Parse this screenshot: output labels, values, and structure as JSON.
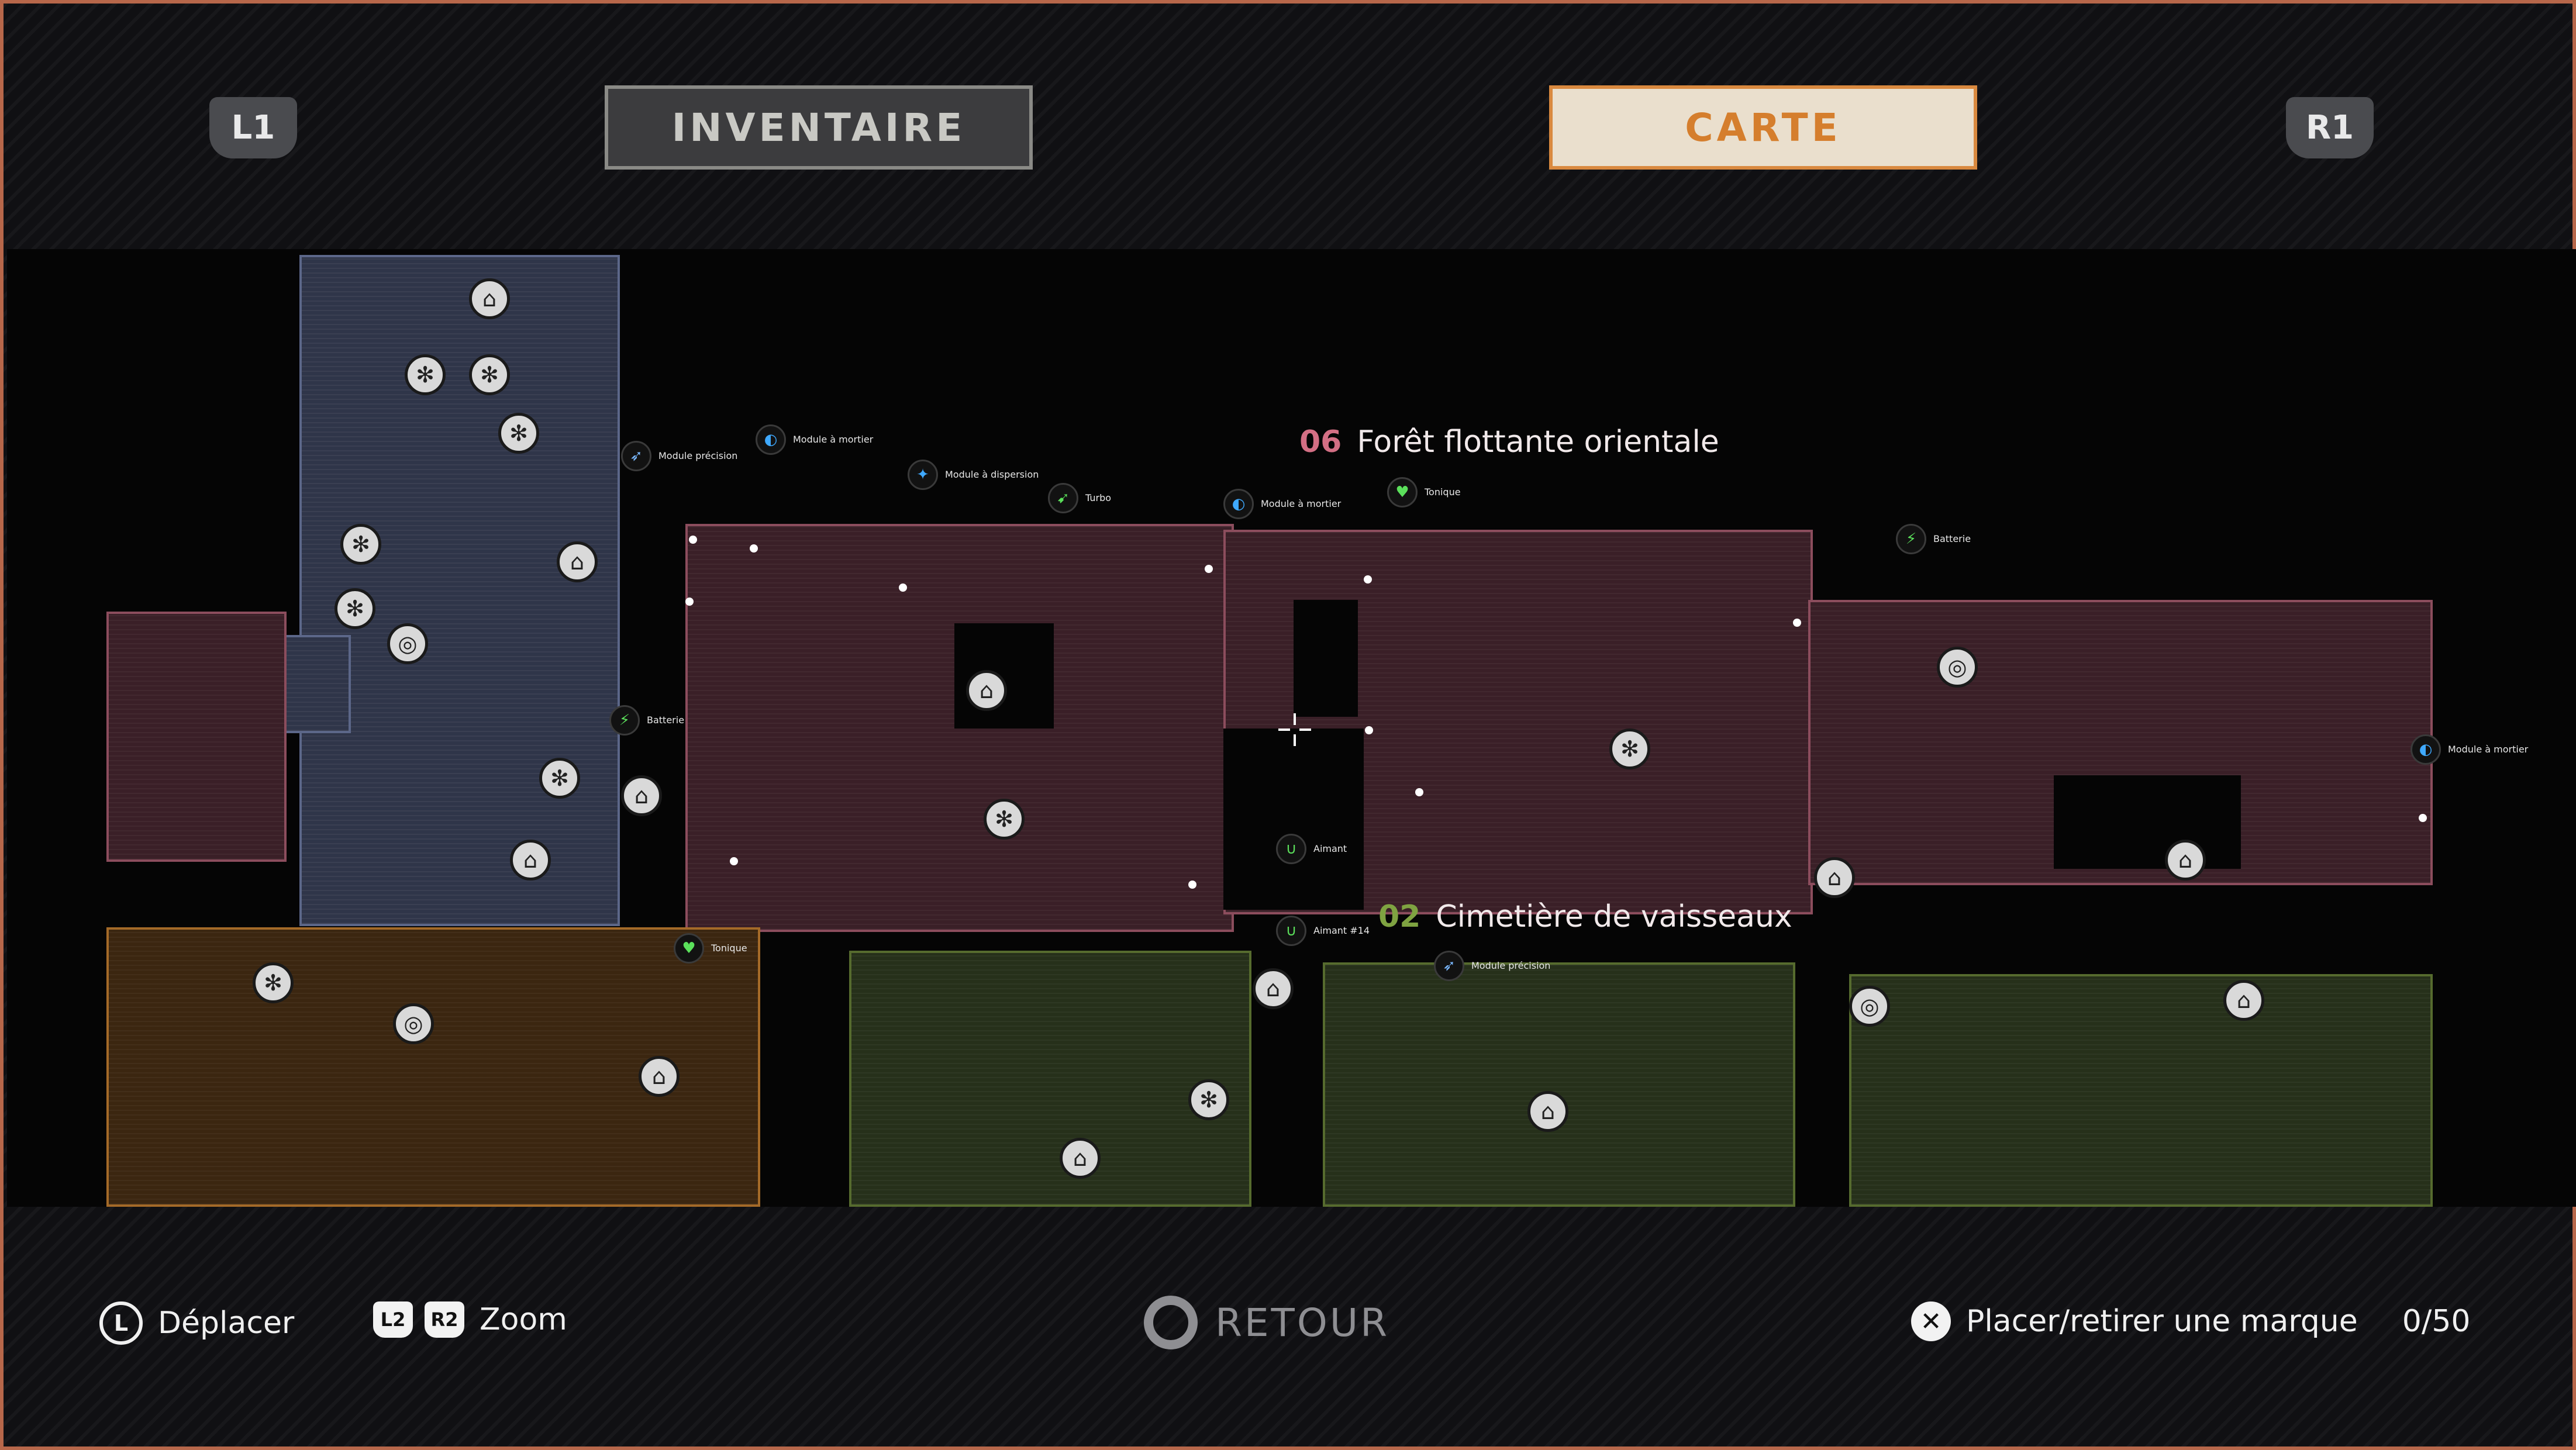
{
  "tabs": {
    "left_shoulder": "L1",
    "right_shoulder": "R1",
    "inventory_label": "INVENTAIRE",
    "map_label": "CARTE",
    "active": "CARTE"
  },
  "map": {
    "areas": [
      {
        "number": "06",
        "name": "Forêt flottante orientale"
      },
      {
        "number": "02",
        "name": "Cimetière de vaisseaux"
      }
    ],
    "items": [
      {
        "label": "Module précision",
        "icon": "precision-module-icon"
      },
      {
        "label": "Module à mortier",
        "icon": "mortar-module-icon"
      },
      {
        "label": "Module à dispersion",
        "icon": "dispersion-module-icon"
      },
      {
        "label": "Turbo",
        "icon": "turbo-icon"
      },
      {
        "label": "Module à mortier",
        "icon": "mortar-module-icon"
      },
      {
        "label": "Tonique",
        "icon": "tonic-icon"
      },
      {
        "label": "Batterie",
        "icon": "battery-icon"
      },
      {
        "label": "Batterie",
        "icon": "battery-icon"
      },
      {
        "label": "Aimant",
        "icon": "magnet-icon"
      },
      {
        "label": "Aimant #14",
        "icon": "magnet-icon"
      },
      {
        "label": "Module précision",
        "icon": "precision-module-icon"
      },
      {
        "label": "Tonique",
        "icon": "tonic-icon"
      },
      {
        "label": "Module à mortier",
        "icon": "mortar-module-icon"
      }
    ],
    "colors": {
      "region_blue": "#2f3549",
      "region_red": "#3a1f27",
      "region_orange": "#3b2610",
      "region_green": "#26301a",
      "accent_orange": "#d57e2d"
    }
  },
  "controls": {
    "move_button": "L",
    "move_label": "Déplacer",
    "zoom_button_l2": "L2",
    "zoom_button_r2": "R2",
    "zoom_label": "Zoom",
    "back_label": "RETOUR",
    "mark_button": "✕",
    "mark_label": "Placer/retirer une marque",
    "mark_count": "0/50"
  }
}
